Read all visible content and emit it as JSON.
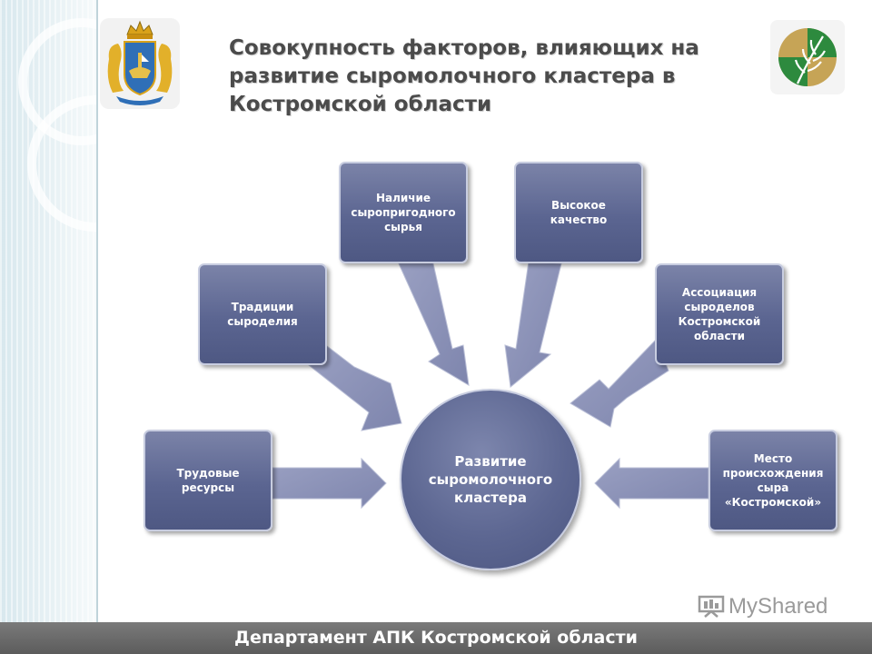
{
  "title_lines": [
    "Совокупность факторов, влияющих на",
    "развитие сыромолочного кластера в",
    "Костромской области"
  ],
  "diagram": {
    "center": "Развитие сыромолочного кластера",
    "factors": {
      "labor": "Трудовые ресурсы",
      "traditions": "Традиции сыроделия",
      "raw": "Наличие сыропригодного сырья",
      "quality": "Высокое качество",
      "association": "Ассоциация сыроделов Костромской области",
      "origin": "Место происхождения сыра «Костромской»"
    }
  },
  "footer": {
    "text": "Департамент АПК Костромской области"
  },
  "watermark": {
    "text": "MyShared"
  },
  "colors": {
    "box": "#5b6591",
    "arrow": "#8e94b8",
    "footer": "#666666",
    "title": "#4b4b4b"
  },
  "icons": {
    "left_emblem": "kostroma-coat-of-arms-icon",
    "right_emblem": "wheat-logo-icon",
    "watermark": "presentation-board-icon"
  }
}
